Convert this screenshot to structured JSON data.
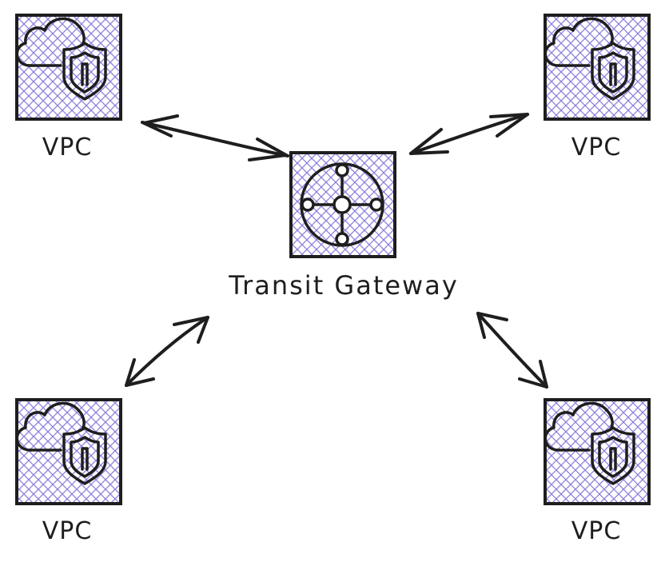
{
  "nodes": {
    "vpc_top_left": {
      "label": "VPC",
      "icon": "cloud-shield-icon"
    },
    "vpc_top_right": {
      "label": "VPC",
      "icon": "cloud-shield-icon"
    },
    "vpc_bottom_left": {
      "label": "VPC",
      "icon": "cloud-shield-icon"
    },
    "vpc_bottom_right": {
      "label": "VPC",
      "icon": "cloud-shield-icon"
    },
    "transit_gateway": {
      "label": "Transit Gateway",
      "icon": "transit-gateway-icon"
    }
  },
  "edges": [
    {
      "from": "vpc_top_left",
      "to": "transit_gateway",
      "direction": "bidirectional"
    },
    {
      "from": "vpc_top_right",
      "to": "transit_gateway",
      "direction": "bidirectional"
    },
    {
      "from": "vpc_bottom_left",
      "to": "transit_gateway",
      "direction": "bidirectional"
    },
    {
      "from": "vpc_bottom_right",
      "to": "transit_gateway",
      "direction": "bidirectional"
    }
  ],
  "colors": {
    "ink": "#1e1e1e",
    "hatch": "#7b6fd6",
    "background": "#ffffff"
  }
}
